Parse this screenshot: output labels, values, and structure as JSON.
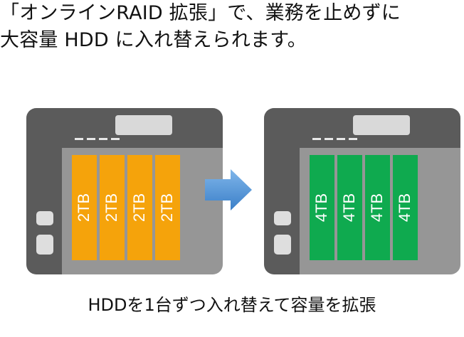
{
  "headline": {
    "line1": "「オンラインRAID 拡張」で、業務を止めずに",
    "line2": "大容量 HDD に入れ替えられます。"
  },
  "before": {
    "drives": [
      "2TB",
      "2TB",
      "2TB",
      "2TB"
    ],
    "color": "#f5a30b"
  },
  "after": {
    "drives": [
      "4TB",
      "4TB",
      "4TB",
      "4TB"
    ],
    "color": "#0faa4f"
  },
  "arrow": {
    "icon": "right-arrow-icon",
    "color": "#4a90d9"
  },
  "caption": "HDDを1台ずつ入れ替えて容量を拡張"
}
